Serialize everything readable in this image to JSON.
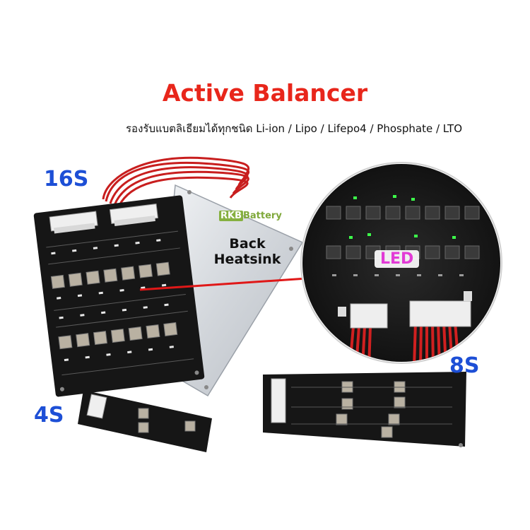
{
  "title": "Active Balancer",
  "subtitle": "รองรับแบตลิเธียมได้ทุกชนิด Li-ion / Lipo / Lifepo4 / Phosphate / LTO",
  "labels": {
    "s16": "16S",
    "s8": "8S",
    "s4": "4S",
    "back_heatsink_line1": "Back",
    "back_heatsink_line2": "Heatsink",
    "led": "LED"
  },
  "watermark": {
    "brand": "RKB",
    "word": "Battery"
  },
  "colors": {
    "title": "#e8261b",
    "size_labels": "#1d4fd6",
    "led_label": "#e23bd6",
    "pcb": "#161616",
    "heatsink": "#d9dde2",
    "wire": "#c81e1e",
    "pointer": "#e01818",
    "led_on": "#3cff4a"
  }
}
